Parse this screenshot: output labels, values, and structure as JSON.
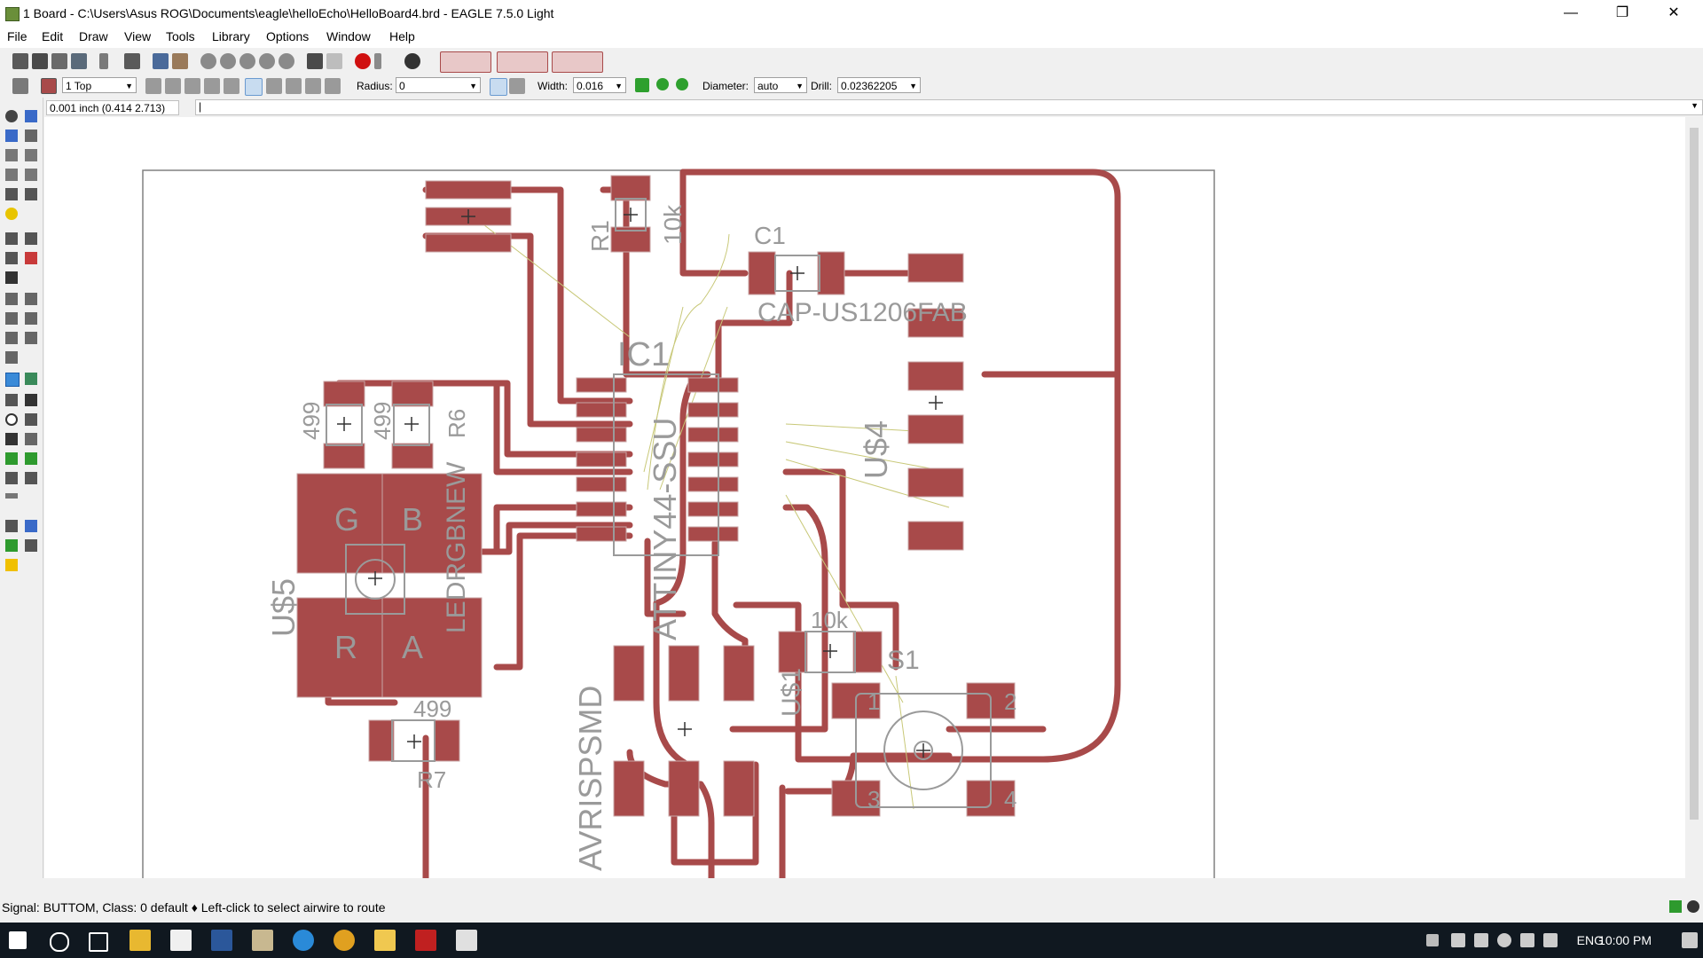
{
  "window": {
    "title": "1 Board - C:\\Users\\Asus ROG\\Documents\\eagle\\helloEcho\\HelloBoard4.brd - EAGLE 7.5.0 Light",
    "min_icon": "minimize-icon",
    "max_icon": "restore-icon",
    "close_icon": "close-icon",
    "min_glyph": "—",
    "max_glyph": "❐",
    "close_glyph": "✕"
  },
  "menu": [
    "File",
    "Edit",
    "Draw",
    "View",
    "Tools",
    "Library",
    "Options",
    "Window",
    "Help"
  ],
  "toolbar": {
    "layer": "1 Top",
    "radius_label": "Radius:",
    "radius_value": "0",
    "width_label": "Width:",
    "width_value": "0.016",
    "diameter_label": "Diameter:",
    "diameter_value": "auto",
    "drill_label": "Drill:",
    "drill_value": "0.02362205"
  },
  "coordinates": "0.001 inch (0.414 2.713)",
  "command_value": "|",
  "status": {
    "text": "Signal: BUTTOM, Class: 0 default ♦ Left-click to select airwire to route"
  },
  "board_labels": {
    "c1": "C1",
    "cap": "CAP-US1206FAB",
    "r1": "R1",
    "r1_val": "10k",
    "ic1": "IC1",
    "attiny": "ATTINY44-SSU",
    "us4": "U$4",
    "us5": "U$5",
    "ledrgb": "LEDRGBNEW",
    "r499a": "499",
    "r499b": "499",
    "r499c": "499",
    "r6": "R6",
    "r7": "R7",
    "avr": "AVRISPSMD",
    "s1": "S1",
    "us1": "U$1",
    "r10k2": "10k",
    "g": "G",
    "b": "B",
    "r": "R",
    "a": "A",
    "p1": "1",
    "p2": "2",
    "p3": "3",
    "p4": "4"
  },
  "colors": {
    "trace": "#a84a4a",
    "pad": "#a84a4a",
    "silk": "#9a9a9a",
    "airwire": "#c8c878",
    "board_outline": "#808080"
  },
  "taskbar": {
    "lang": "ENG",
    "time": "10:00 PM"
  }
}
